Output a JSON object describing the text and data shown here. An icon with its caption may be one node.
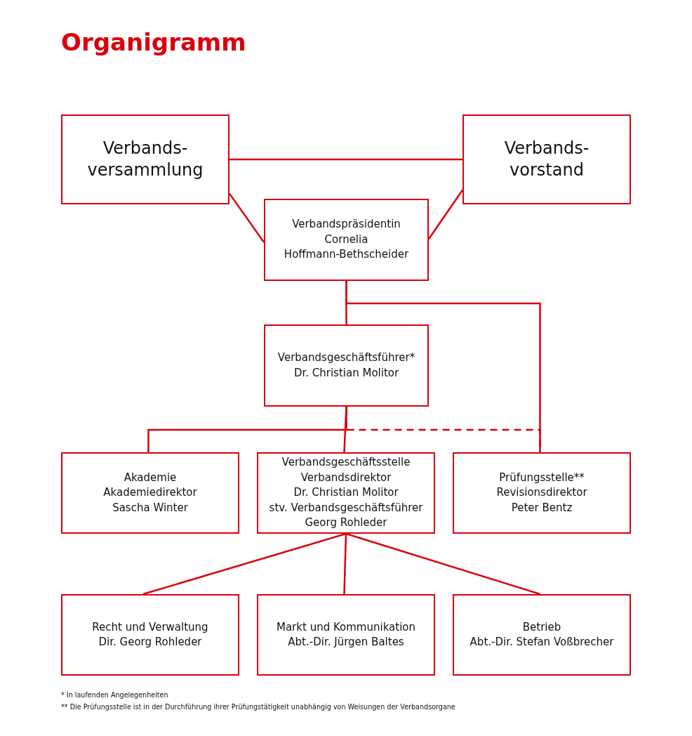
{
  "diagram": {
    "title": "Organigramm",
    "nodes": [
      {
        "text": [
          "Verbands- versammlung"
        ]
      },
      {
        "text": [
          "Verbands- vorstand"
        ]
      },
      {
        "text": [
          "Verbandspräsidentin",
          "Cornelia Hoffmann-Bethscheider"
        ]
      },
      {
        "text": [
          "Verbandsgeschäftsführer*",
          "Dr. Christian Molitor"
        ]
      },
      {
        "text": [
          "Akademie",
          "Akademiedirektor",
          "Sascha Winter"
        ]
      },
      {
        "text": [
          "Verbandsgeschäftsstelle",
          "Verbandsdirektor",
          "Dr. Christian Molitor",
          "stv. Verbandsgeschäftsführer",
          "Georg Rohleder"
        ]
      },
      {
        "text": [
          "Prüfungsstelle**",
          "Revisionsdirektor",
          "Peter Bentz"
        ]
      },
      {
        "text": [
          "Recht und Verwaltung",
          "Dir. Georg Rohleder"
        ]
      },
      {
        "text": [
          "Markt und Kommunikation",
          "Abt.-Dir. Jürgen Baltes"
        ]
      },
      {
        "text": [
          "Betrieb",
          "Abt.-Dir. Stefan Voßbrecher"
        ]
      }
    ],
    "edges": [
      {
        "from": 0,
        "to": 1,
        "arrow": "none"
      },
      {
        "from": 0,
        "to": 2,
        "arrow": "none"
      },
      {
        "from": 1,
        "to": 2,
        "arrow": "none"
      },
      {
        "from": 2,
        "to": 3,
        "arrow": "none"
      },
      {
        "from": 2,
        "to": 6,
        "arrow": "none"
      },
      {
        "from": 3,
        "to": 4,
        "arrow": "none"
      },
      {
        "from": 3,
        "to": 5,
        "arrow": "none"
      },
      {
        "from": 3,
        "to": 6,
        "arrow": "none",
        "style": "dashed"
      },
      {
        "from": 5,
        "to": 7,
        "arrow": "none"
      },
      {
        "from": 5,
        "to": 8,
        "arrow": "none"
      },
      {
        "from": 5,
        "to": 9,
        "arrow": "none"
      }
    ],
    "labels": [
      "* In laufenden Angelegenheiten",
      "** Die Prüfungsstelle ist in der Durchführung ihrer Prüfungstätigkeit unabhängig von Weisungen der Verbandsorgane"
    ]
  }
}
